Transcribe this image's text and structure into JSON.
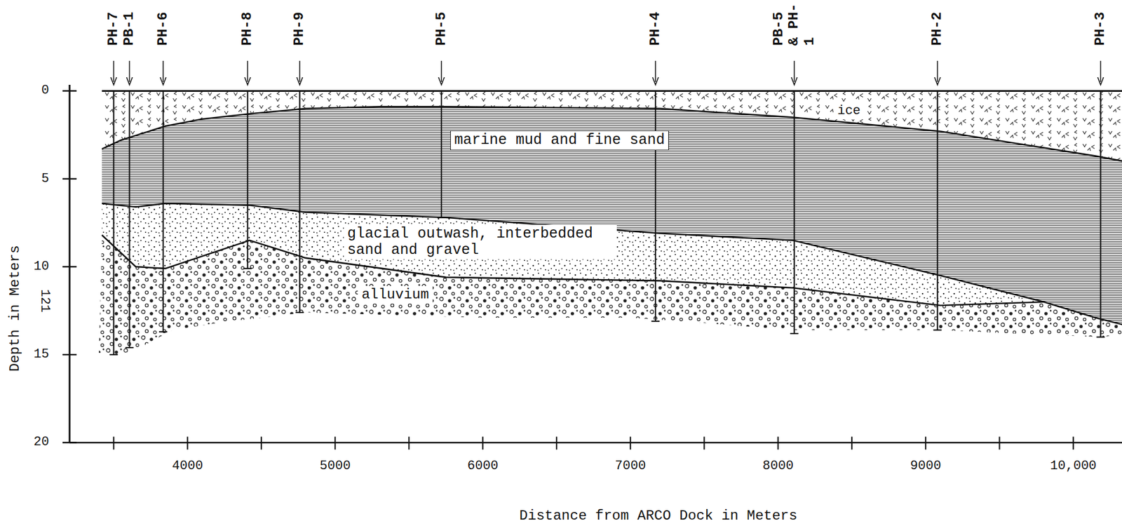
{
  "diagram": {
    "labels": [
      "PH-7",
      "PB-1",
      "PH-6",
      "PH-8",
      "PH-9",
      "PH-5",
      "PH-4",
      "PB-5 & PH-1",
      "PH-2",
      "PH-3",
      "0",
      "5",
      "10",
      "15",
      "20",
      "Depth in Meters",
      "121",
      "ice",
      "marine mud and fine sand",
      "glacial outwash, interbedded sand and gravel",
      "alluvium",
      "4000",
      "5000",
      "6000",
      "7000",
      "8000",
      "9000",
      "10,000",
      "Distance from ARCO Dock in Meters"
    ]
  }
}
